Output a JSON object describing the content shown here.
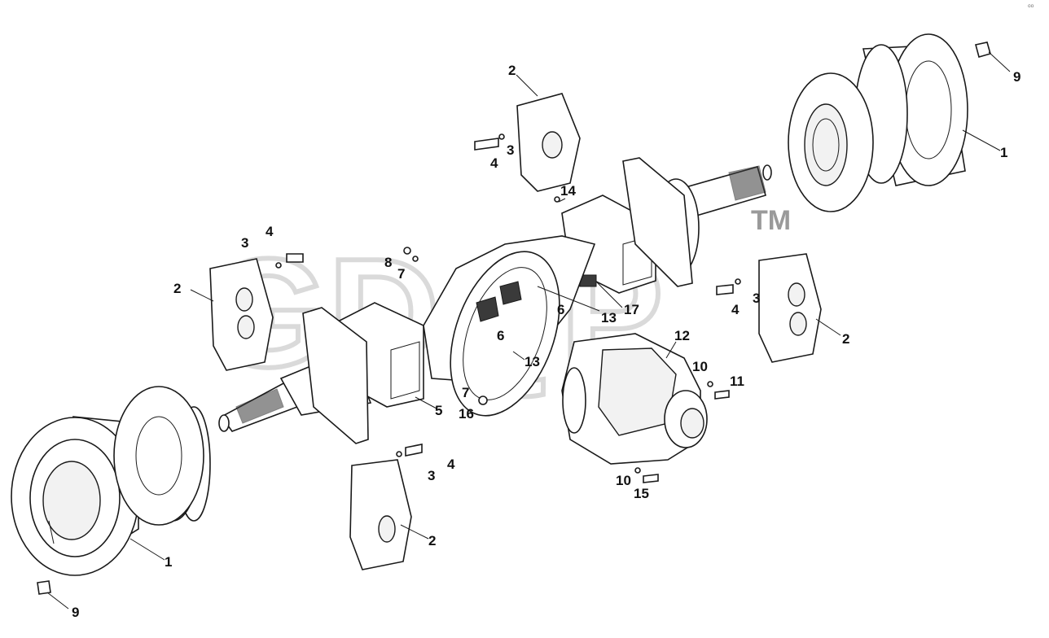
{
  "watermark": {
    "text": "GDQP",
    "trademark": "TM"
  },
  "corner_mark": "⁰⁰",
  "callouts": {
    "c1a": "1",
    "c1b": "1",
    "c2a": "2",
    "c2b": "2",
    "c2c": "2",
    "c2d": "2",
    "c3a": "3",
    "c3b": "3",
    "c3c": "3",
    "c3d": "3",
    "c4a": "4",
    "c4b": "4",
    "c4c": "4",
    "c4d": "4",
    "c5": "5",
    "c6a": "6",
    "c6b": "6",
    "c7a": "7",
    "c7b": "7",
    "c8": "8",
    "c9a": "9",
    "c9b": "9",
    "c10a": "10",
    "c10b": "10",
    "c11": "11",
    "c12": "12",
    "c13a": "13",
    "c13b": "13",
    "c14": "14",
    "c15": "15",
    "c16": "16",
    "c17": "17"
  }
}
